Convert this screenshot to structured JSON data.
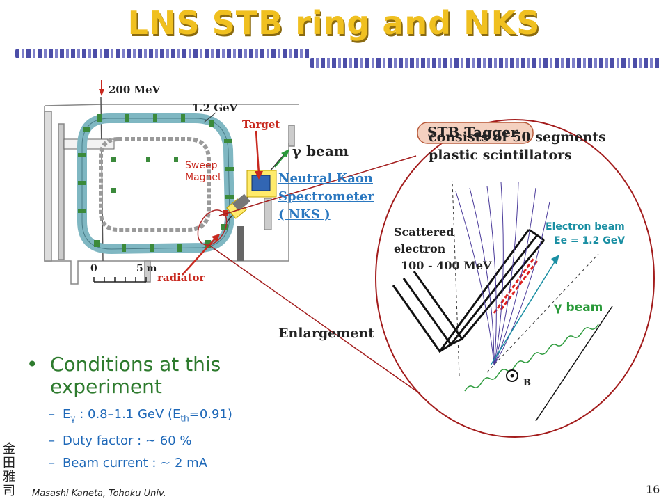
{
  "slide": {
    "title": "LNS STB ring and NKS",
    "author": "Masashi Kaneta, Tohoku Univ.",
    "page_number": "16",
    "kanji_lines": [
      "金",
      "田",
      "雅",
      "司"
    ]
  },
  "diagram": {
    "energy_200": "200 MeV",
    "energy_12": "1.2 GeV",
    "target": "Target",
    "sweep_magnet_l1": "Sweep",
    "sweep_magnet_l2": "Magnet",
    "gamma_beam": "γ beam",
    "nks_l1": "Neutral Kaon",
    "nks_l2": "Spectrometer",
    "nks_l3": "( NKS )",
    "radiator": "radiator",
    "scale_0": "0",
    "scale_5": "5 m",
    "stb_tagger": "STB Tagger",
    "stb_desc_l1": "consists of 50 segments",
    "stb_desc_l2": "plastic scintillators",
    "scattered_l1": "Scattered",
    "scattered_l2": "electron",
    "scattered_l3": "100 - 400 MeV",
    "electron_beam_l1": "Electron beam",
    "electron_beam_l2": "Ee = 1.2 GeV",
    "gamma_beam_2": "γ beam",
    "b_field": "B",
    "enlargement": "Enlargement",
    "colors": {
      "ring": "#7fb7c2",
      "magnet": "#3b8a3b",
      "red": "#c8281e",
      "nks_blue": "#2b78c0",
      "tagger_box": "#f4d1c0"
    }
  },
  "conditions": {
    "heading_l1": "Conditions at this",
    "heading_l2": "experiment",
    "eg_prefix": "E",
    "eg_sub": "γ",
    "eg_value": " : 0.8–1.1 GeV (E",
    "eth_sub": "th",
    "eth_value": "=0.91)",
    "duty": "Duty factor : ~ 60 %",
    "current": "Beam current : ~ 2 mA"
  }
}
